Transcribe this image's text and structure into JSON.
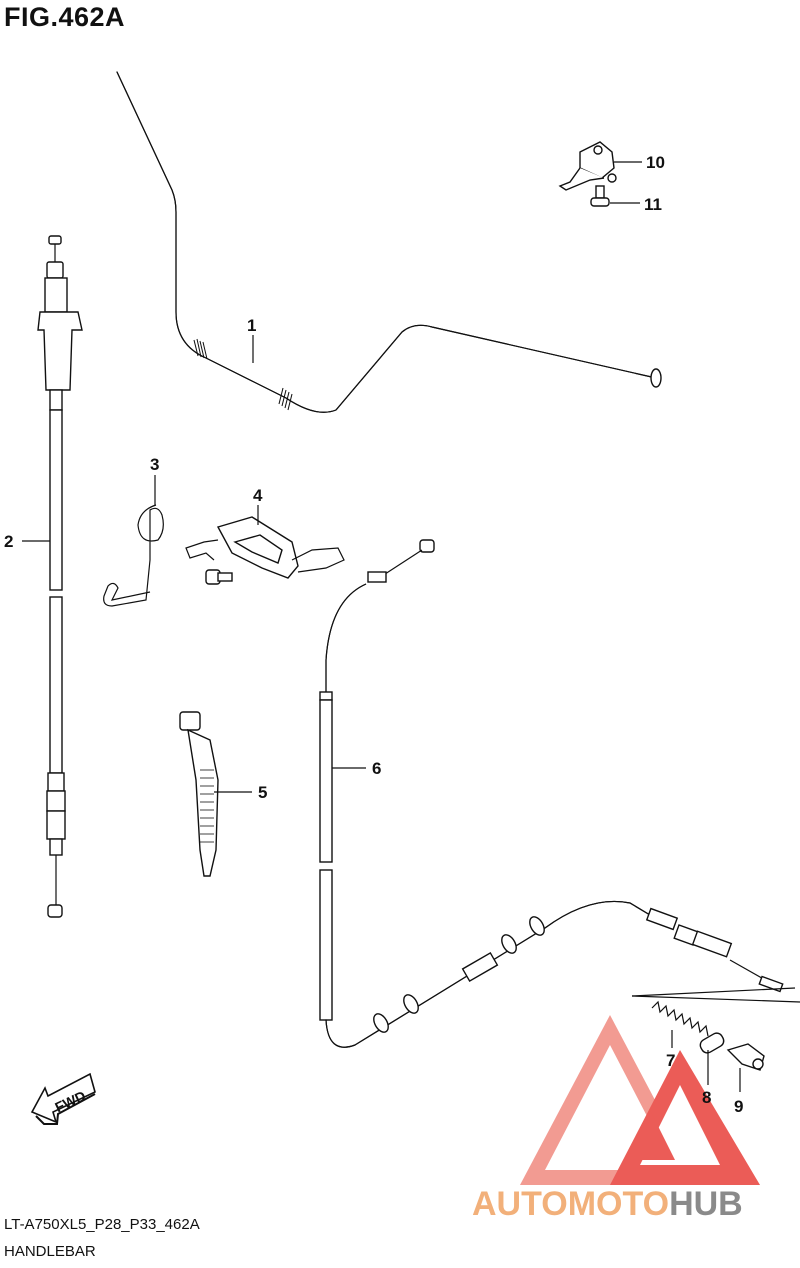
{
  "figure_title": "FIG.462A",
  "footer": {
    "model_code": "LT-A750XL5_P28_P33_462A",
    "section_name": "HANDLEBAR"
  },
  "direction_arrow_label": "FWD",
  "callouts": [
    "1",
    "2",
    "3",
    "4",
    "5",
    "6",
    "7",
    "8",
    "9",
    "10",
    "11"
  ],
  "watermark": {
    "brand": "AUTOMOTOHUB",
    "colors": {
      "primary": "#e8403a",
      "secondary": "#f2b07a",
      "text_dark": "#7a7a7a"
    }
  }
}
